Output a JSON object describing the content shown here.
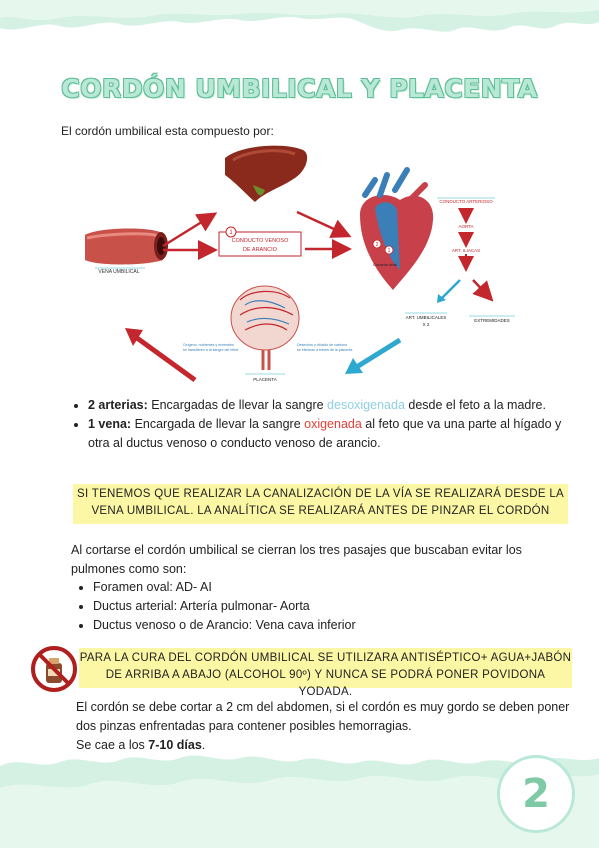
{
  "title": "CORDÓN UMBILICAL Y PLACENTA",
  "intro": "El cordón umbilical esta compuesto por:",
  "diagram": {
    "vena_umbilical": "VENA UMBILICAL",
    "conducto_num": "1",
    "conducto_line1": "CONDUCTO VENOSO",
    "conducto_line2": "DE ARANCIO",
    "corazon_num1": "2",
    "corazon_num2": "1",
    "corazon_label": "Corazón fetal",
    "conducto_arterioso": "CONDUCTO ARTERIOSO",
    "aorta": "AORTA",
    "art_iliacas": "ART. ILIACAS",
    "art_umbilicales": "ART. UMBILICALES",
    "art_umbilicales_2": "X 2",
    "extremidades": "EXTREMIDADES",
    "placenta": "PLACENTA",
    "placenta_left_line1": "Oxígeno, nutrientes y minerales",
    "placenta_left_line2": "se transfieren a la sangre del bebé",
    "placenta_right_line1": "Desechos y dióxido de carbono",
    "placenta_right_line2": "se eliminan a través de la placenta"
  },
  "bullets": [
    {
      "label": "2 arterias:",
      "pre": " Encargadas de llevar la sangre ",
      "colored": "desoxigenada",
      "post": " desde el feto a la madre."
    },
    {
      "label": "1 vena:",
      "pre": " Encargada de llevar la sangre ",
      "colored": "oxigenada",
      "post": " al feto que va una parte al hígado y otra al ductus venoso o conducto venoso de arancio."
    }
  ],
  "highlight1": {
    "line1": "Si tenemos que realizar la canalización de la vía se realizará desde la",
    "line2": "vena umbilical. La analítica se realizará antes de pinzar el cordón"
  },
  "para": "Al cortarse el cordón umbilical se cierran los tres pasajes que buscaban evitar los pulmones como son:",
  "passages": [
    "Foramen oval: AD- AI",
    "Ductus arterial: Artería pulmonar- Aorta",
    "Ductus venoso o de Arancio: Vena cava inferior"
  ],
  "highlight2": {
    "line1": "Para la cura del cordón umbilical se utilizara antiséptico+ agua+jabón",
    "line2": "de arriba a abajo (alcohol 90º) y nunca se podrá poner povidona yodada."
  },
  "final": {
    "text": "El cordón se debe cortar a 2 cm del abdomen, si el cordón es muy gordo se deben poner dos pinzas enfrentadas para contener posibles hemorragias.",
    "fall_pre": "Se cae a los ",
    "fall_bold": "7-10 días",
    "fall_post": "."
  },
  "page_number": "2",
  "colors": {
    "mint": "#b9e8d6",
    "mint_dark": "#5fbf97",
    "highlight": "#fbf7a4",
    "red_arrow": "#c3262c",
    "blue_arrow": "#2fa8cf"
  }
}
